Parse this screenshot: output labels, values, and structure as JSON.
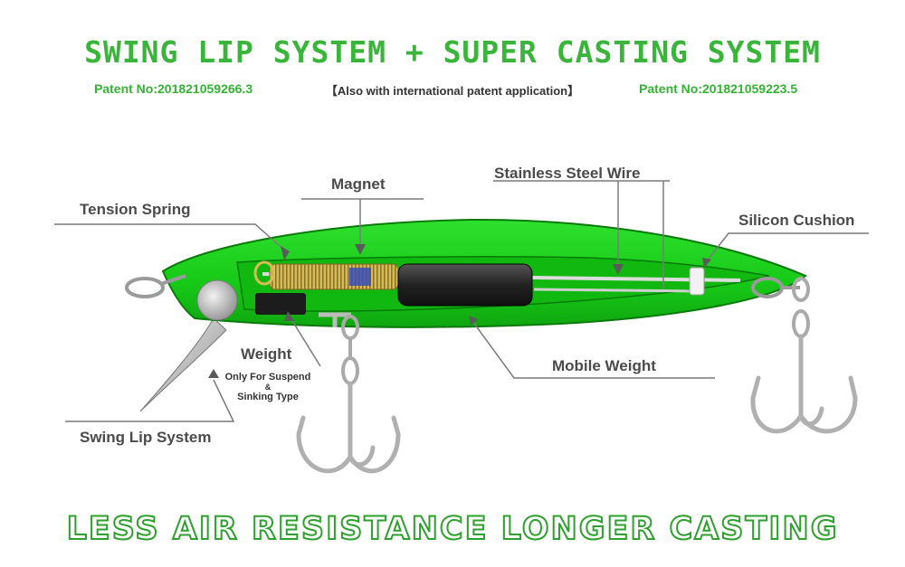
{
  "header": {
    "title": "SWING LIP SYSTEM + SUPER CASTING SYSTEM",
    "patent_left": "Patent No:201821059266.3",
    "patent_note": "【Also with international patent application】",
    "patent_right": "Patent No:201821059223.5"
  },
  "labels": {
    "magnet": "Magnet",
    "stainless_steel_wire": "Stainless Steel Wire",
    "tension_spring": "Tension Spring",
    "silicon_cushion": "Silicon Cushion",
    "weight": "Weight",
    "weight_note_1": "Only For Suspend",
    "weight_note_2": "&",
    "weight_note_3": "Sinking Type",
    "mobile_weight": "Mobile Weight",
    "swing_lip_system": "Swing Lip System"
  },
  "footer": {
    "slogan": "LESS AIR RESISTANCE LONGER CASTING"
  },
  "colors": {
    "body_green": "#19d419",
    "dark_green": "#0b8a0b",
    "title_green": "#3ab43a",
    "callout_line": "#777777",
    "spring_gold": "#c8a83c",
    "weight_black": "#1c1c1c",
    "hook_silver": "#b8b8b8"
  }
}
